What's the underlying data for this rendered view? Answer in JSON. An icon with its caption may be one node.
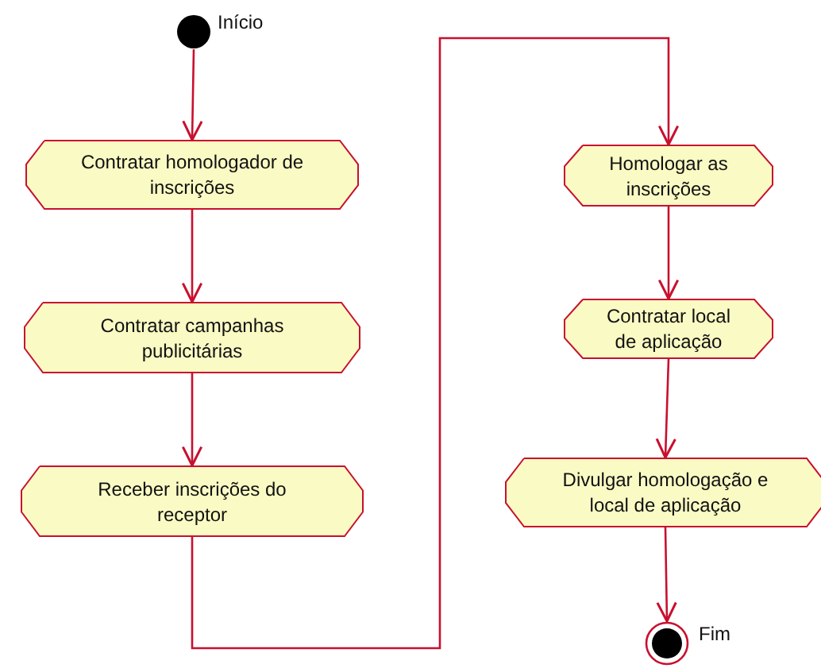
{
  "diagram": {
    "nodes": [
      {
        "text": [],
        "shape": "circle",
        "beside": [
          "Início"
        ]
      },
      {
        "text": [
          "Contratar homologador de inscrições"
        ]
      },
      {
        "text": [
          "Contratar campanhas publicitárias"
        ]
      },
      {
        "text": [
          "Receber inscrições do receptor"
        ]
      },
      {
        "text": [
          "Homologar as inscrições"
        ]
      },
      {
        "text": [
          "Contratar local de aplicação"
        ]
      },
      {
        "text": [
          "Divulgar homologação e local de aplicação"
        ]
      },
      {
        "text": [],
        "shape": "circle",
        "beside": [
          "Fim"
        ]
      }
    ],
    "edges": [
      {
        "from": 0,
        "to": 1,
        "arrow": "to"
      },
      {
        "from": 1,
        "to": 2,
        "arrow": "to"
      },
      {
        "from": 2,
        "to": 3,
        "arrow": "to"
      },
      {
        "from": 3,
        "to": 4,
        "arrow": "to"
      },
      {
        "from": 4,
        "to": 5,
        "arrow": "to"
      },
      {
        "from": 5,
        "to": 6,
        "arrow": "to"
      },
      {
        "from": 6,
        "to": 7,
        "arrow": "to"
      }
    ]
  }
}
